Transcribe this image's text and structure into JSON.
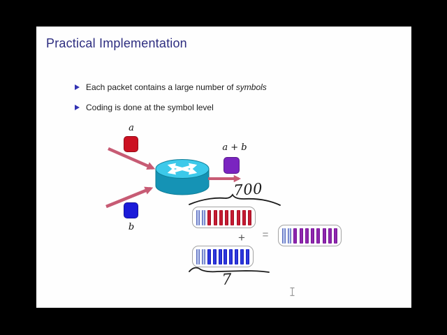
{
  "window": {
    "letterbox_color": "#000000",
    "slide_background": "#fefefe"
  },
  "slide": {
    "title": "Practical Implementation",
    "bullets": [
      {
        "text": "Each packet contains a large number of ",
        "emphasis": "symbols"
      },
      {
        "text": "Coding is done at the symbol level",
        "emphasis": ""
      }
    ],
    "diagram": {
      "input_a_label": "a",
      "input_b_label": "b",
      "output_label": "a + b",
      "packet_length_annotation": "700",
      "symbol_length_annotation": "7",
      "plus_sign": "+",
      "equals_sign": "=",
      "colors": {
        "title": "#2d2d80",
        "bullet_marker": "#3333b3",
        "packet_a_box": "#cc1122",
        "packet_b_box": "#1a1ad9",
        "packet_sum_box": "#7a24c0",
        "arrow": "#c75b74",
        "router_top": "#3cc9ea",
        "router_body": "#1593b5",
        "handwriting": "#1a1a1a"
      },
      "packets": [
        {
          "name": "packet-a-symbols",
          "symbol_count": 10,
          "highlighted_count": 2,
          "stripe_dark": "#9c0d20",
          "stripe_mid": "#d41f38"
        },
        {
          "name": "packet-b-symbols",
          "symbol_count": 10,
          "highlighted_count": 2,
          "stripe_dark": "#1515b8",
          "stripe_mid": "#3344e8"
        },
        {
          "name": "packet-sum-symbols",
          "symbol_count": 10,
          "highlighted_count": 2,
          "stripe_dark": "#6e1390",
          "stripe_mid": "#9a2cb8"
        }
      ]
    }
  }
}
